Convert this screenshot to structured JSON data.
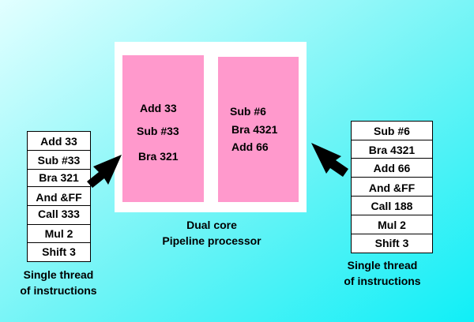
{
  "processor": {
    "label_line1": "Dual core",
    "label_line2": "Pipeline processor",
    "core1": [
      "Add 33",
      "Sub #33",
      "Bra 321"
    ],
    "core2": [
      "Sub #6",
      "Bra 4321",
      "Add 66"
    ]
  },
  "left_thread": {
    "caption_line1": "Single thread",
    "caption_line2": "of instructions",
    "instructions": [
      "Add 33",
      "Sub #33",
      "Bra 321",
      "And &FF",
      "Call 333",
      "Mul 2",
      "Shift 3"
    ]
  },
  "right_thread": {
    "caption_line1": "Single thread",
    "caption_line2": "of instructions",
    "instructions": [
      "Sub #6",
      "Bra 4321",
      "Add 66",
      "And &FF",
      "Call 188",
      "Mul 2",
      "Shift 3"
    ]
  },
  "colors": {
    "core_fill": "#ff99cc",
    "processor_fill": "#ffffff",
    "background_gradient": [
      "#e2ffff",
      "#10eff7"
    ],
    "arrow": "#000000"
  }
}
